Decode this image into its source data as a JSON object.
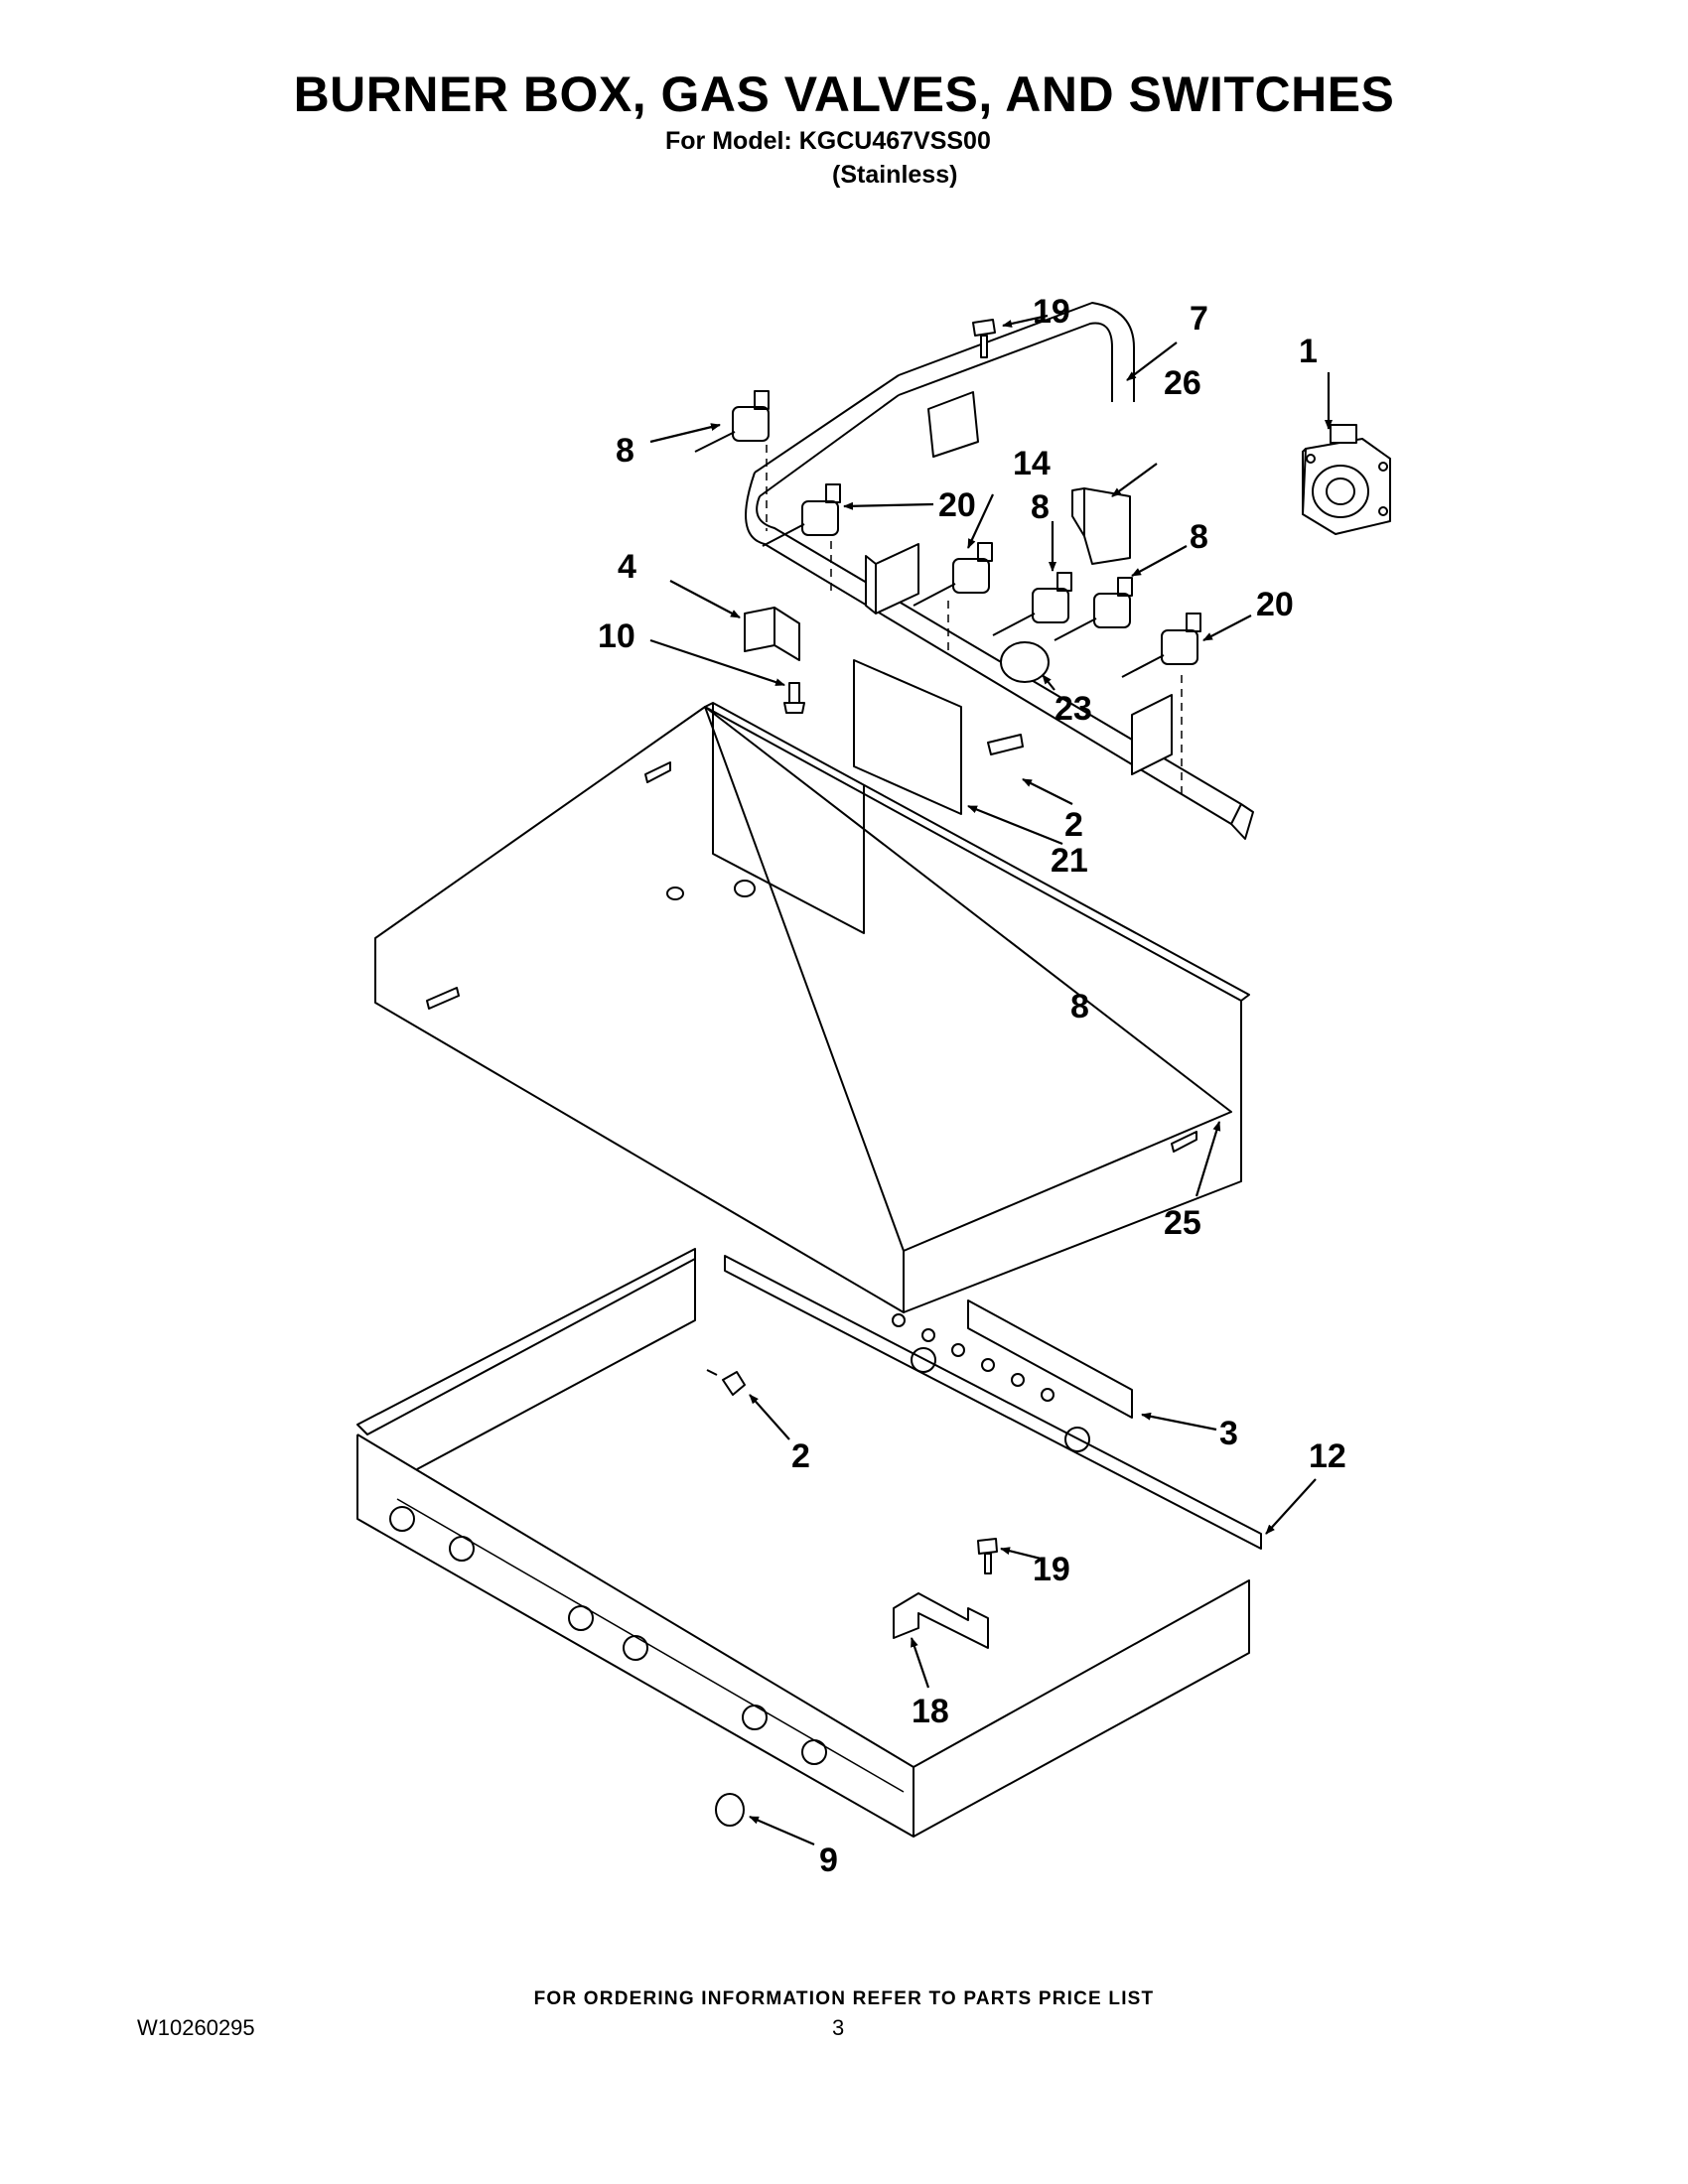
{
  "header": {
    "title": "BURNER BOX, GAS VALVES, AND SWITCHES",
    "model_line": "For Model: KGCU467VSS00",
    "variant": "(Stainless)"
  },
  "callouts": [
    "1",
    "2",
    "2",
    "3",
    "4",
    "7",
    "8",
    "8",
    "8",
    "8",
    "9",
    "10",
    "12",
    "14",
    "18",
    "19",
    "19",
    "20",
    "20",
    "21",
    "23",
    "25",
    "26"
  ],
  "footer": {
    "ordering_note": "FOR ORDERING INFORMATION REFER TO PARTS PRICE LIST",
    "doc_number": "W10260295",
    "page_number": "3"
  }
}
